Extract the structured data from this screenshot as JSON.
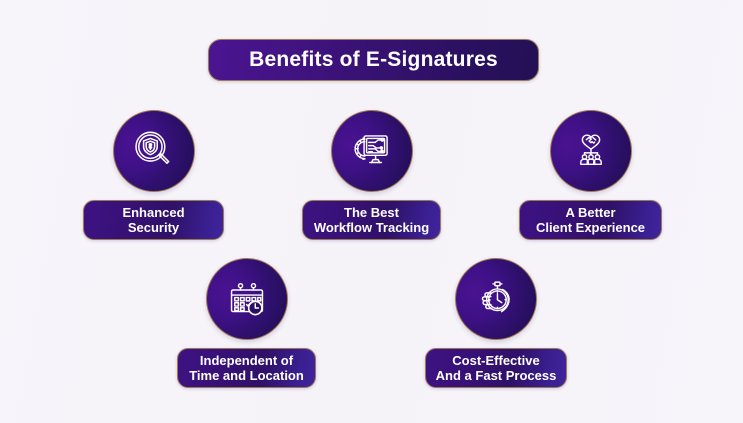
{
  "title": {
    "text": "Benefits of E-Signatures"
  },
  "colors": {
    "background": "#f6f4f9",
    "banner_gradient_start": "#4b1591",
    "banner_gradient_end": "#241055",
    "circle_gradient_start": "#4a1291",
    "circle_gradient_end": "#1d0c4e",
    "pill_gradient_start": "#3d1282",
    "pill_gradient_end": "#40249c",
    "border_gold": "#9b7a54",
    "text": "#ffffff"
  },
  "benefits": [
    {
      "icon": "shield-magnifier-icon",
      "label_line1": "Enhanced",
      "label_line2": "Security"
    },
    {
      "icon": "monitor-gear-circuit-icon",
      "label_line1": "The Best",
      "label_line2": "Workflow Tracking"
    },
    {
      "icon": "handshake-heart-team-icon",
      "label_line1": "A Better",
      "label_line2": "Client Experience"
    },
    {
      "icon": "calendar-clock-icon",
      "label_line1": "Independent of",
      "label_line2": "Time and Location"
    },
    {
      "icon": "hand-stopwatch-icon",
      "label_line1": "Cost-Effective",
      "label_line2": "And a Fast Process"
    }
  ]
}
